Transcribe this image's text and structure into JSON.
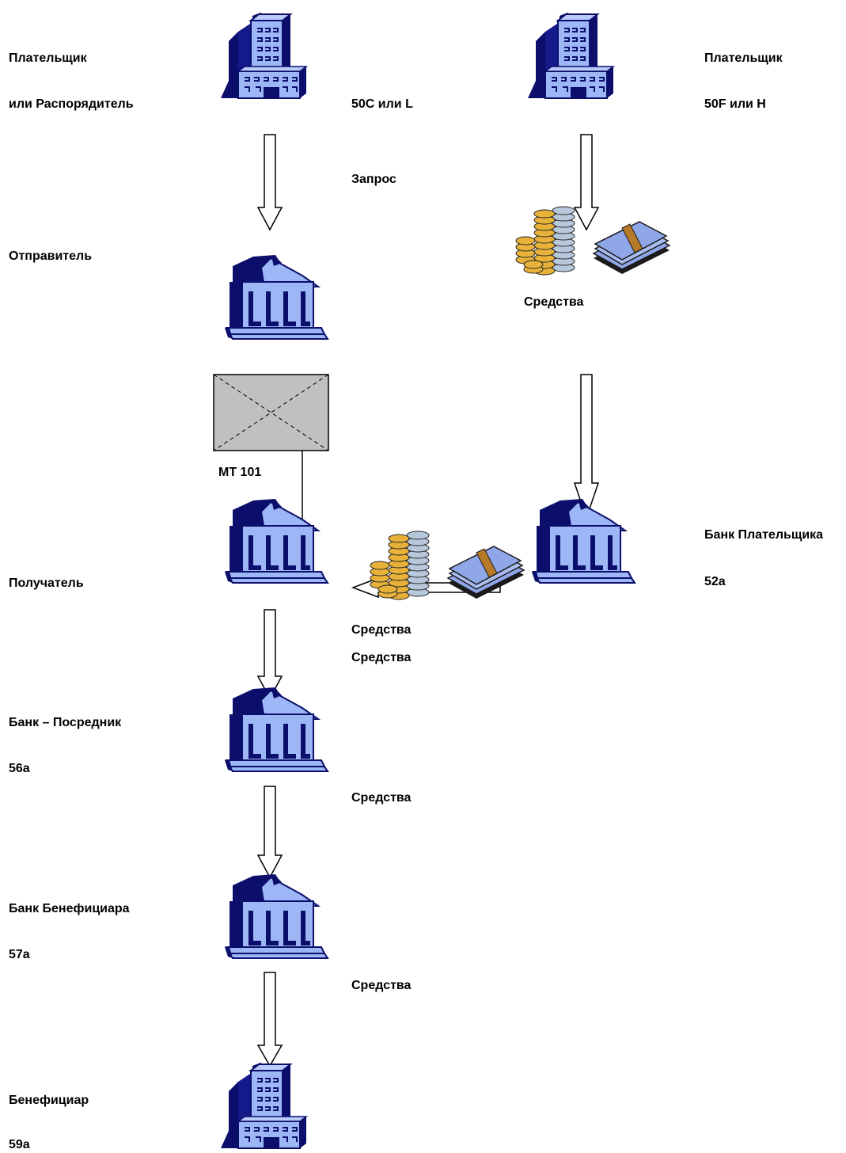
{
  "colors": {
    "icon_fill": "#9db6f5",
    "icon_dark": "#0b0e6b",
    "message_fill": "#c0c0c0",
    "coin_gold": "#e8b23a",
    "coin_silver": "#b8c8dc",
    "banknote": "#8fa6e8"
  },
  "icons": {
    "office_building": "office-building-icon",
    "bank": "bank-icon",
    "money": "coins-and-banknotes-icon",
    "message": "message-envelope-icon"
  },
  "labels": {
    "payer_left": "Плательщик",
    "or_instructing": "или Распорядитель",
    "field_50c": "50С или L",
    "payer_right": "Плательщик",
    "field_50f": "50F или H",
    "request": "Запрос",
    "sender": "Отправитель",
    "funds_top": "Средства",
    "mt101": "MT 101",
    "payer_bank": "Банк Плательщика",
    "field_52a": "52а",
    "receiver": "Получатель",
    "funds_1": "Средства",
    "funds_2": "Средства",
    "intermediary": "Банк – Посредник",
    "field_56a": "56а",
    "funds_3": "Средства",
    "beneficiary_bank": "Банк Бенефициара",
    "field_57a": "57а",
    "funds_4": "Средства",
    "beneficiary": "Бенефициар",
    "field_59a": "59а"
  }
}
